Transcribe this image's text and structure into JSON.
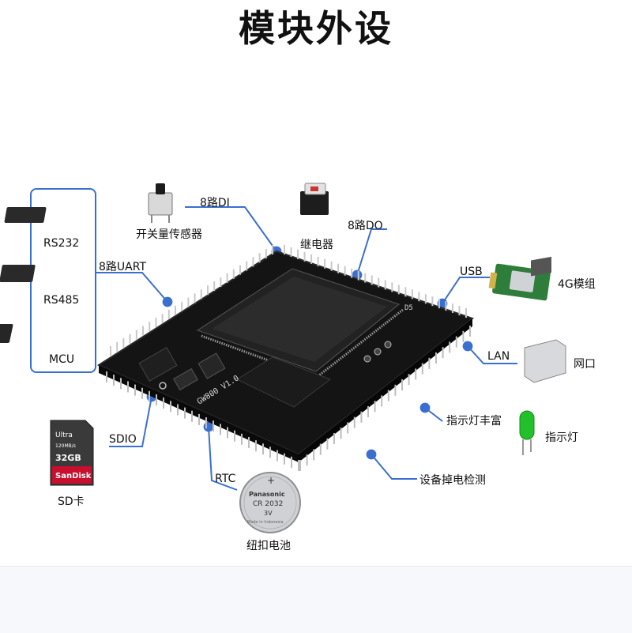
{
  "title": "模块外设",
  "labels": {
    "di_channels": "8路DI",
    "switch_sensor": "开关量传感器",
    "do_channels": "8路DO",
    "relay": "继电器",
    "uart_channels": "8路UART",
    "rs232": "RS232",
    "rs485": "RS485",
    "mcu": "MCU",
    "usb": "USB",
    "module_4g": "4G模组",
    "lan": "LAN",
    "network_port": "网口",
    "rich_indicators": "指示灯丰富",
    "indicator": "指示灯",
    "power_loss_detect": "设备掉电检测",
    "sdio": "SDIO",
    "sd_card": "SD卡",
    "rtc": "RTC",
    "coin_battery": "纽扣电池"
  },
  "board_silk": {
    "model": "GW800 V1.0",
    "d5": "D5"
  },
  "sd_card_text": {
    "brand": "SanDisk",
    "line": "Ultra",
    "capacity": "32GB",
    "speed": "120MB/s"
  },
  "battery_text": {
    "brand": "Panasonic",
    "model": "CR 2032",
    "voltage": "3V",
    "origin": "Made in Indonesia"
  },
  "colors": {
    "accent": "#3a6fd0",
    "board": "#141414",
    "chip": "#222222",
    "pin": "#c8c8c8",
    "module_green": "#2e7d3a",
    "led_green": "#22c02a",
    "sd_red": "#c8102e"
  }
}
